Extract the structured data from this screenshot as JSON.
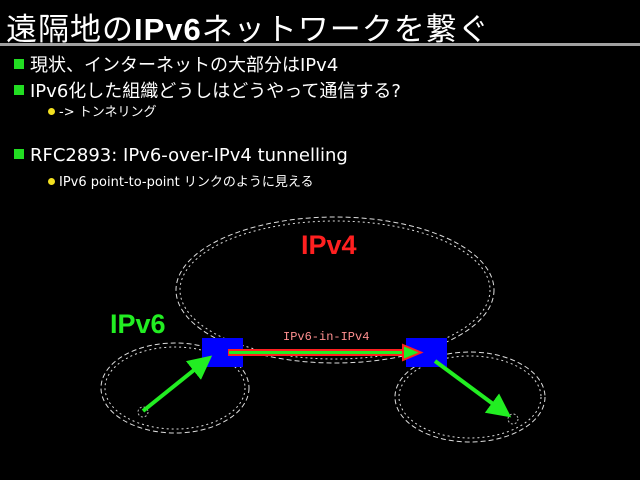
{
  "title": {
    "prefix": "遠隔地の",
    "bold": "IPv6",
    "suffix": "ネットワークを繋ぐ"
  },
  "bullets": [
    {
      "text": "現状、インターネットの大部分はIPv4"
    },
    {
      "text": "IPv6化した組織どうしはどうやって通信する?",
      "sub": [
        "-> トンネリング"
      ]
    },
    {
      "text": "RFC2893: IPv6-over-IPv4 tunnelling",
      "sub": [
        "IPv6 point-to-point リンクのように見える"
      ]
    }
  ],
  "diagram": {
    "ipv4_label": "IPv4",
    "ipv6_label": "IPv6",
    "tunnel_label": "IPv6-in-IPv4",
    "colors": {
      "ipv4": "#ff2020",
      "ipv6": "#22ee22",
      "router": "#0000ff",
      "tunnel_text": "#ff9090"
    }
  }
}
